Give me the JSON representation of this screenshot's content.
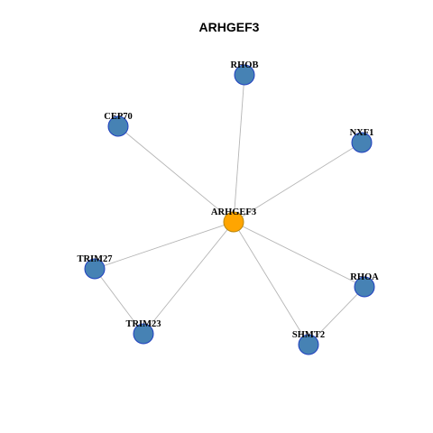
{
  "diagram": {
    "title": "ARHGEF3",
    "colors": {
      "hub_fill": "#FFA500",
      "hub_border": "#B8860B",
      "node_fill": "#4682B4",
      "node_border": "#1F3FBF",
      "edge": "#B5B5B5"
    },
    "nodes": [
      {
        "id": "ARHGEF3",
        "label": "ARHGEF3",
        "role": "hub"
      },
      {
        "id": "RHOB",
        "label": "RHOB",
        "role": "partner"
      },
      {
        "id": "CEP70",
        "label": "CEP70",
        "role": "partner"
      },
      {
        "id": "NXF1",
        "label": "NXF1",
        "role": "partner"
      },
      {
        "id": "TRIM27",
        "label": "TRIM27",
        "role": "partner"
      },
      {
        "id": "RHOA",
        "label": "RHOA",
        "role": "partner"
      },
      {
        "id": "TRIM23",
        "label": "TRIM23",
        "role": "partner"
      },
      {
        "id": "SHMT2",
        "label": "SHMT2",
        "role": "partner"
      }
    ],
    "edges": [
      [
        "ARHGEF3",
        "RHOB"
      ],
      [
        "ARHGEF3",
        "CEP70"
      ],
      [
        "ARHGEF3",
        "NXF1"
      ],
      [
        "ARHGEF3",
        "TRIM27"
      ],
      [
        "ARHGEF3",
        "TRIM23"
      ],
      [
        "ARHGEF3",
        "SHMT2"
      ],
      [
        "ARHGEF3",
        "RHOA"
      ],
      [
        "TRIM27",
        "TRIM23"
      ],
      [
        "RHOA",
        "SHMT2"
      ]
    ]
  }
}
